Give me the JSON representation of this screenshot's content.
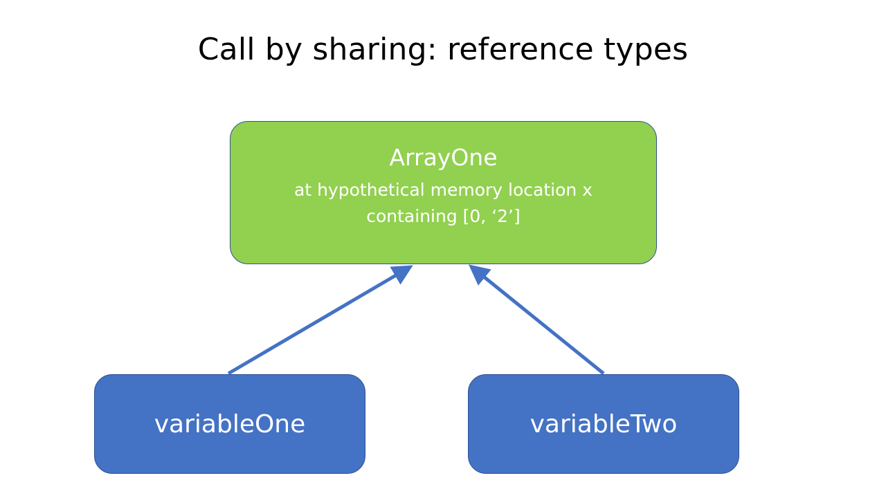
{
  "slide": {
    "title": "Call by sharing: reference types"
  },
  "array_box": {
    "name": "ArrayOne",
    "line1": "at hypothetical memory location x",
    "line2": "containing [0, ‘2’]",
    "fill_color": "#92d050"
  },
  "variables": [
    {
      "label": "variableOne",
      "fill_color": "#4472c4"
    },
    {
      "label": "variableTwo",
      "fill_color": "#4472c4"
    }
  ],
  "arrow_color": "#4472c4"
}
